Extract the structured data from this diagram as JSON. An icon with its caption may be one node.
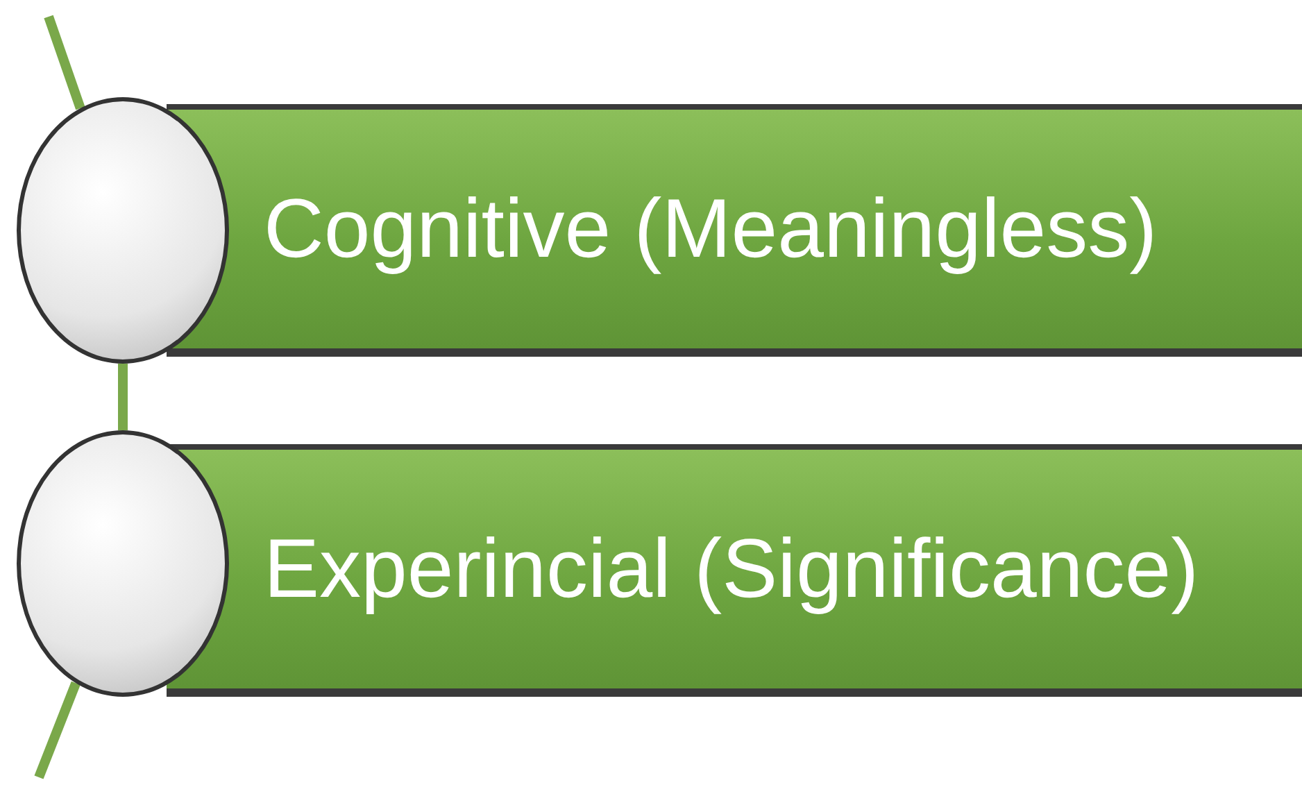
{
  "diagram": {
    "nodes": [
      {
        "text": [],
        "shape": "circle"
      },
      {
        "text": [
          "Cognitive (Meaningless)"
        ]
      },
      {
        "text": [],
        "shape": "circle"
      },
      {
        "text": [
          "Experincial (Significance)"
        ]
      }
    ],
    "edges": [
      {
        "from": null,
        "to": 0,
        "arrow": "none"
      },
      {
        "from": 0,
        "to": 2,
        "arrow": "none"
      },
      {
        "from": 2,
        "to": null,
        "arrow": "none"
      }
    ]
  }
}
